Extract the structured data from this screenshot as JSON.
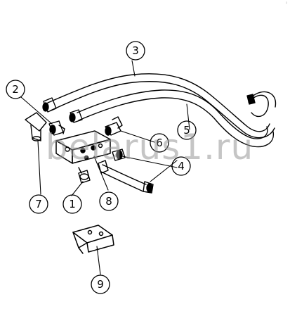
{
  "corner_mark": "P",
  "watermark": "belarus1.ru",
  "callouts": [
    {
      "id": "1",
      "label": "1"
    },
    {
      "id": "2",
      "label": "2"
    },
    {
      "id": "3",
      "label": "3"
    },
    {
      "id": "4",
      "label": "4"
    },
    {
      "id": "5",
      "label": "5"
    },
    {
      "id": "6",
      "label": "6"
    },
    {
      "id": "7",
      "label": "7"
    },
    {
      "id": "8",
      "label": "8"
    },
    {
      "id": "9",
      "label": "9"
    }
  ]
}
